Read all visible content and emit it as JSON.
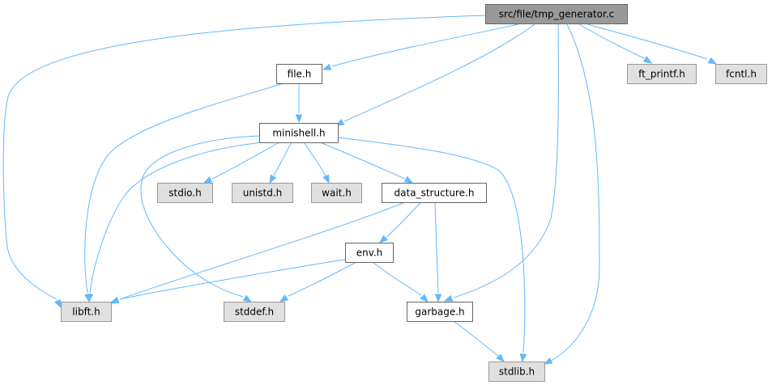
{
  "graph": {
    "colors": {
      "root_fill": "#999999",
      "root_border": "#666666",
      "doc_fill": "#ffffff",
      "doc_border": "#666666",
      "sys_fill": "#e0e0e0",
      "sys_border": "#999999",
      "edge": "#63b8ff"
    },
    "nodes": [
      {
        "id": "root",
        "label": "src/file/tmp_generator.c",
        "kind": "root"
      },
      {
        "id": "file",
        "label": "file.h",
        "kind": "doc"
      },
      {
        "id": "mini",
        "label": "minishell.h",
        "kind": "doc"
      },
      {
        "id": "ftp",
        "label": "ft_printf.h",
        "kind": "sys"
      },
      {
        "id": "fcntl",
        "label": "fcntl.h",
        "kind": "sys"
      },
      {
        "id": "stdio",
        "label": "stdio.h",
        "kind": "sys"
      },
      {
        "id": "unistd",
        "label": "unistd.h",
        "kind": "sys"
      },
      {
        "id": "wait",
        "label": "wait.h",
        "kind": "sys"
      },
      {
        "id": "ds",
        "label": "data_structure.h",
        "kind": "doc"
      },
      {
        "id": "env",
        "label": "env.h",
        "kind": "doc"
      },
      {
        "id": "libft",
        "label": "libft.h",
        "kind": "sys"
      },
      {
        "id": "stddef",
        "label": "stddef.h",
        "kind": "sys"
      },
      {
        "id": "garb",
        "label": "garbage.h",
        "kind": "doc"
      },
      {
        "id": "stdlib",
        "label": "stdlib.h",
        "kind": "sys"
      }
    ],
    "edges": [
      [
        "root",
        "libft"
      ],
      [
        "root",
        "file"
      ],
      [
        "root",
        "mini"
      ],
      [
        "root",
        "garb"
      ],
      [
        "root",
        "stdlib"
      ],
      [
        "root",
        "ftp"
      ],
      [
        "root",
        "fcntl"
      ],
      [
        "file",
        "mini"
      ],
      [
        "file",
        "libft"
      ],
      [
        "mini",
        "libft"
      ],
      [
        "mini",
        "stdio"
      ],
      [
        "mini",
        "unistd"
      ],
      [
        "mini",
        "wait"
      ],
      [
        "mini",
        "ds"
      ],
      [
        "mini",
        "stddef"
      ],
      [
        "mini",
        "stdlib"
      ],
      [
        "ds",
        "libft"
      ],
      [
        "ds",
        "env"
      ],
      [
        "ds",
        "garb"
      ],
      [
        "env",
        "libft"
      ],
      [
        "env",
        "stddef"
      ],
      [
        "env",
        "garb"
      ],
      [
        "garb",
        "stdlib"
      ]
    ]
  }
}
